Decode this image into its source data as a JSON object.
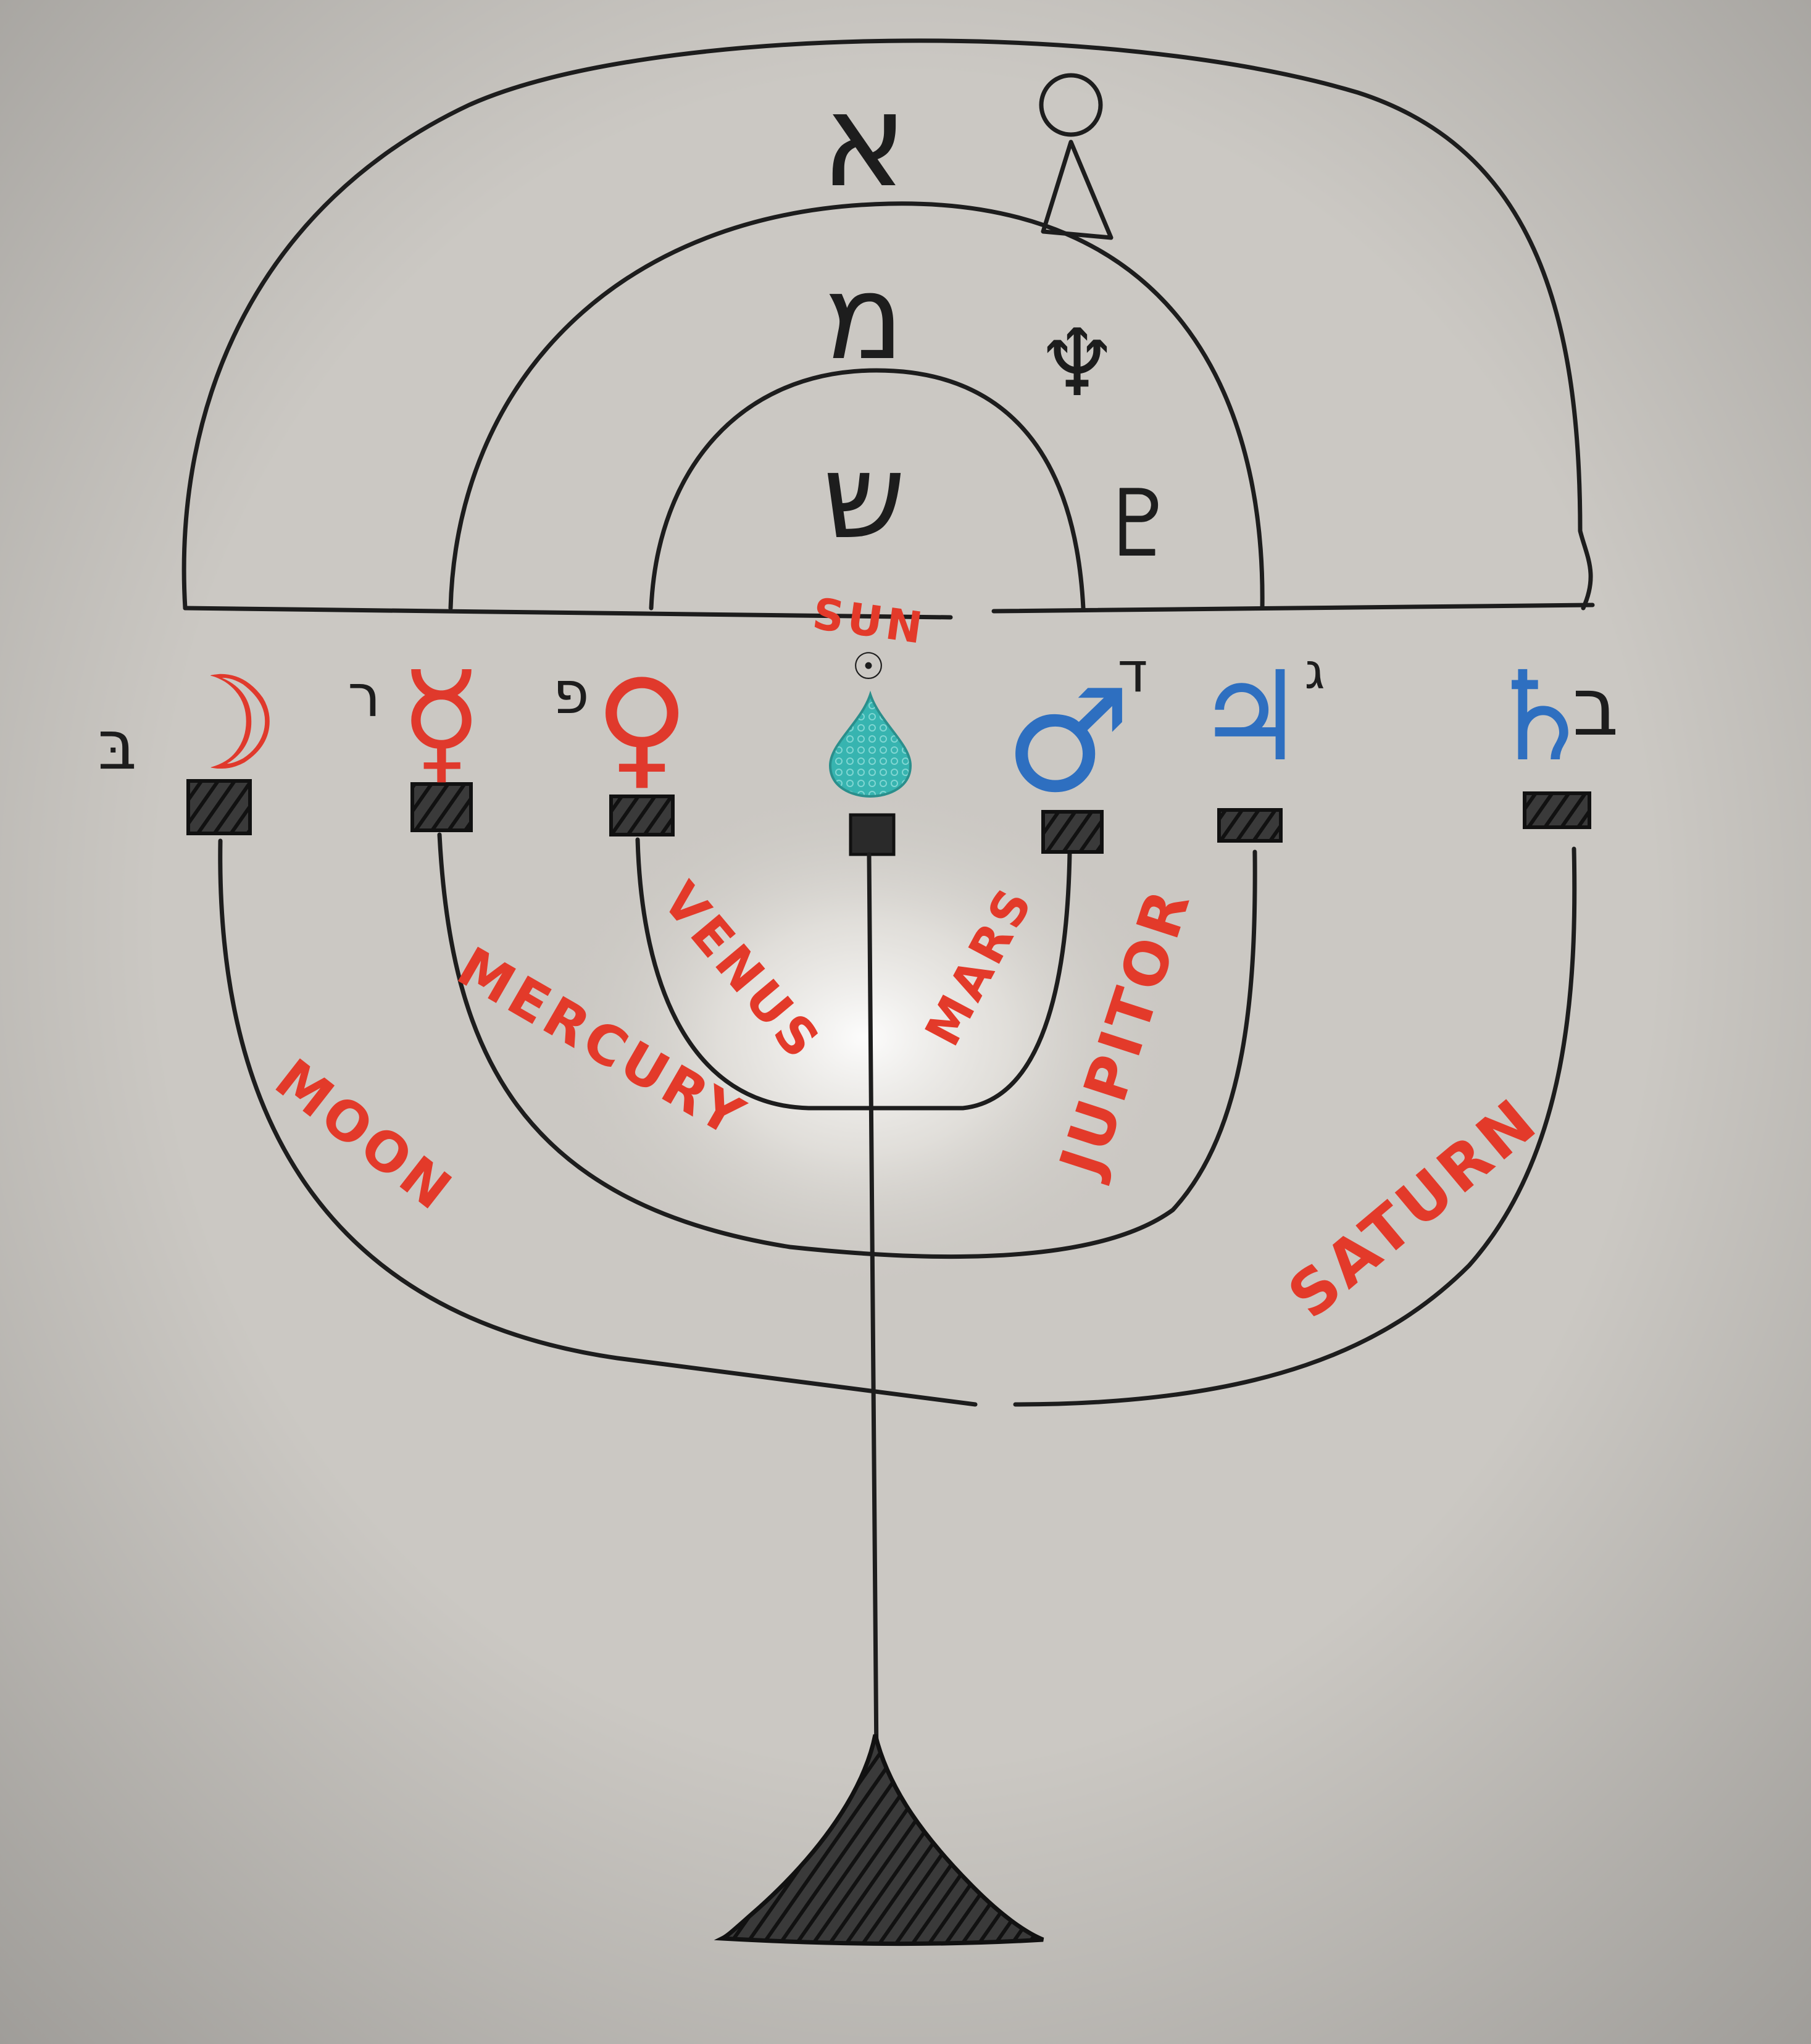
{
  "colors": {
    "board": "#c9c6c1",
    "ink_black": "#1d1d1d",
    "ink_red": "#e0392c",
    "ink_blue": "#2e6fc0",
    "flame_teal": "#39b2b2"
  },
  "arches": {
    "outer_letter": "א",
    "middle_letter": "מ",
    "inner_letter": "ש",
    "symbols": [
      {
        "name": "neptune",
        "glyph": "♆"
      },
      {
        "name": "pluto",
        "glyph": "♇"
      }
    ]
  },
  "sun": {
    "label": "SUN",
    "glyph": "☉",
    "flame_icon": "flame-icon"
  },
  "branches": [
    {
      "key": "moon",
      "glyph": "☽",
      "hebrew": "בּ",
      "label": "MOON",
      "ink": "red"
    },
    {
      "key": "mercury",
      "glyph": "☿",
      "hebrew": "ר",
      "label": "MERCURY",
      "ink": "red"
    },
    {
      "key": "venus",
      "glyph": "♀",
      "hebrew": "פ",
      "label": "VENUS",
      "ink": "red"
    },
    {
      "key": "mars",
      "glyph": "♂",
      "hebrew": "ד",
      "label": "MARS",
      "ink": "blue"
    },
    {
      "key": "jupiter",
      "glyph": "♃",
      "hebrew": "ג",
      "label": "JUPITOR",
      "ink": "blue"
    },
    {
      "key": "saturn",
      "glyph": "♄",
      "hebrew": "ב",
      "label": "SATURN",
      "ink": "blue"
    }
  ],
  "base_icon": "menorah-base-icon"
}
